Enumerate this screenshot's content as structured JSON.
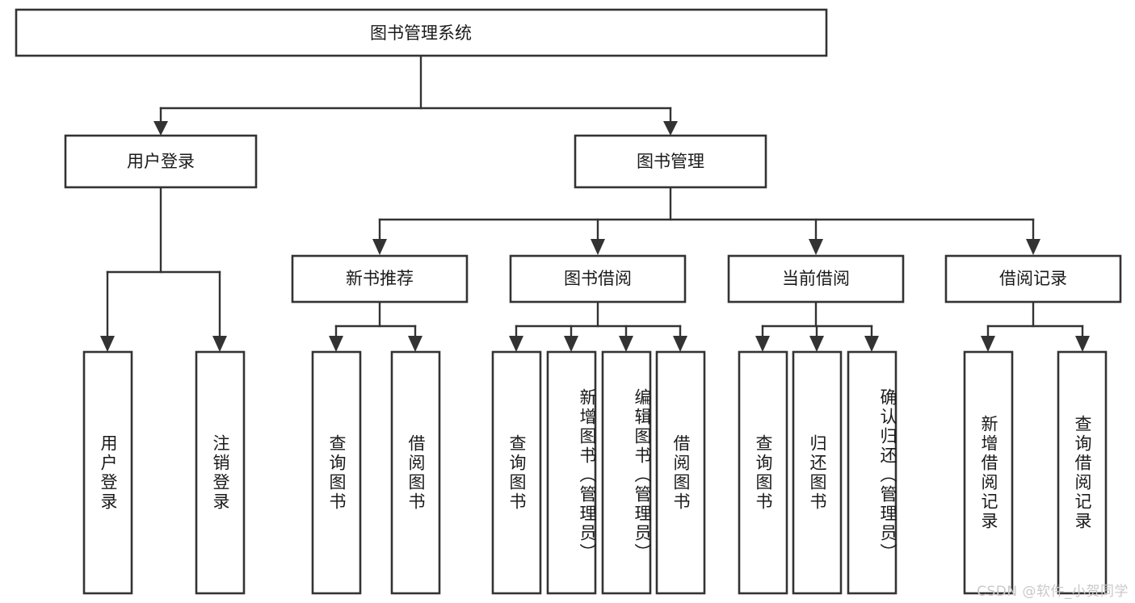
{
  "diagram": {
    "type": "tree-hierarchy-chart",
    "title": "图书管理系统",
    "watermark": "CSDN @软件_小贺同学",
    "colors": {
      "box_fill": "#ffffff",
      "box_stroke": "#333333",
      "connector": "#333333",
      "text": "#1a1a1a",
      "watermark": "#c9c9c9",
      "background": "#ffffff"
    },
    "levels": {
      "root": {
        "id": "root",
        "label": "图书管理系统",
        "orientation": "horizontal"
      },
      "level2": [
        {
          "id": "user-login",
          "label": "用户登录",
          "orientation": "horizontal"
        },
        {
          "id": "book-management",
          "label": "图书管理",
          "orientation": "horizontal"
        }
      ],
      "level3": [
        {
          "id": "new-book-recommend",
          "label": "新书推荐",
          "orientation": "horizontal",
          "parent": "book-management"
        },
        {
          "id": "book-borrow",
          "label": "图书借阅",
          "orientation": "horizontal",
          "parent": "book-management"
        },
        {
          "id": "current-borrow",
          "label": "当前借阅",
          "orientation": "horizontal",
          "parent": "book-management"
        },
        {
          "id": "borrow-record",
          "label": "借阅记录",
          "orientation": "horizontal",
          "parent": "book-management"
        }
      ],
      "leaves": [
        {
          "id": "leaf-user-login",
          "label": "用户登录",
          "orientation": "vertical",
          "parent": "user-login"
        },
        {
          "id": "leaf-logout-login",
          "label": "注销登录",
          "orientation": "vertical",
          "parent": "user-login"
        },
        {
          "id": "leaf-query-book-1",
          "label": "查询图书",
          "orientation": "vertical",
          "parent": "new-book-recommend"
        },
        {
          "id": "leaf-borrow-book-1",
          "label": "借阅图书",
          "orientation": "vertical",
          "parent": "new-book-recommend"
        },
        {
          "id": "leaf-query-book-2",
          "label": "查询图书",
          "orientation": "vertical",
          "parent": "book-borrow"
        },
        {
          "id": "leaf-add-book",
          "label": "新增图书（管理员）",
          "orientation": "vertical",
          "parent": "book-borrow"
        },
        {
          "id": "leaf-edit-book",
          "label": "编辑图书（管理员）",
          "orientation": "vertical",
          "parent": "book-borrow"
        },
        {
          "id": "leaf-borrow-book-2",
          "label": "借阅图书",
          "orientation": "vertical",
          "parent": "book-borrow"
        },
        {
          "id": "leaf-query-book-3",
          "label": "查询图书",
          "orientation": "vertical",
          "parent": "current-borrow"
        },
        {
          "id": "leaf-return-book",
          "label": "归还图书",
          "orientation": "vertical",
          "parent": "current-borrow"
        },
        {
          "id": "leaf-confirm-return",
          "label": "确认归还（管理员）",
          "orientation": "vertical",
          "parent": "current-borrow"
        },
        {
          "id": "leaf-add-record",
          "label": "新增借阅记录",
          "orientation": "vertical",
          "parent": "borrow-record"
        },
        {
          "id": "leaf-query-record",
          "label": "查询借阅记录",
          "orientation": "vertical",
          "parent": "borrow-record"
        }
      ]
    }
  }
}
